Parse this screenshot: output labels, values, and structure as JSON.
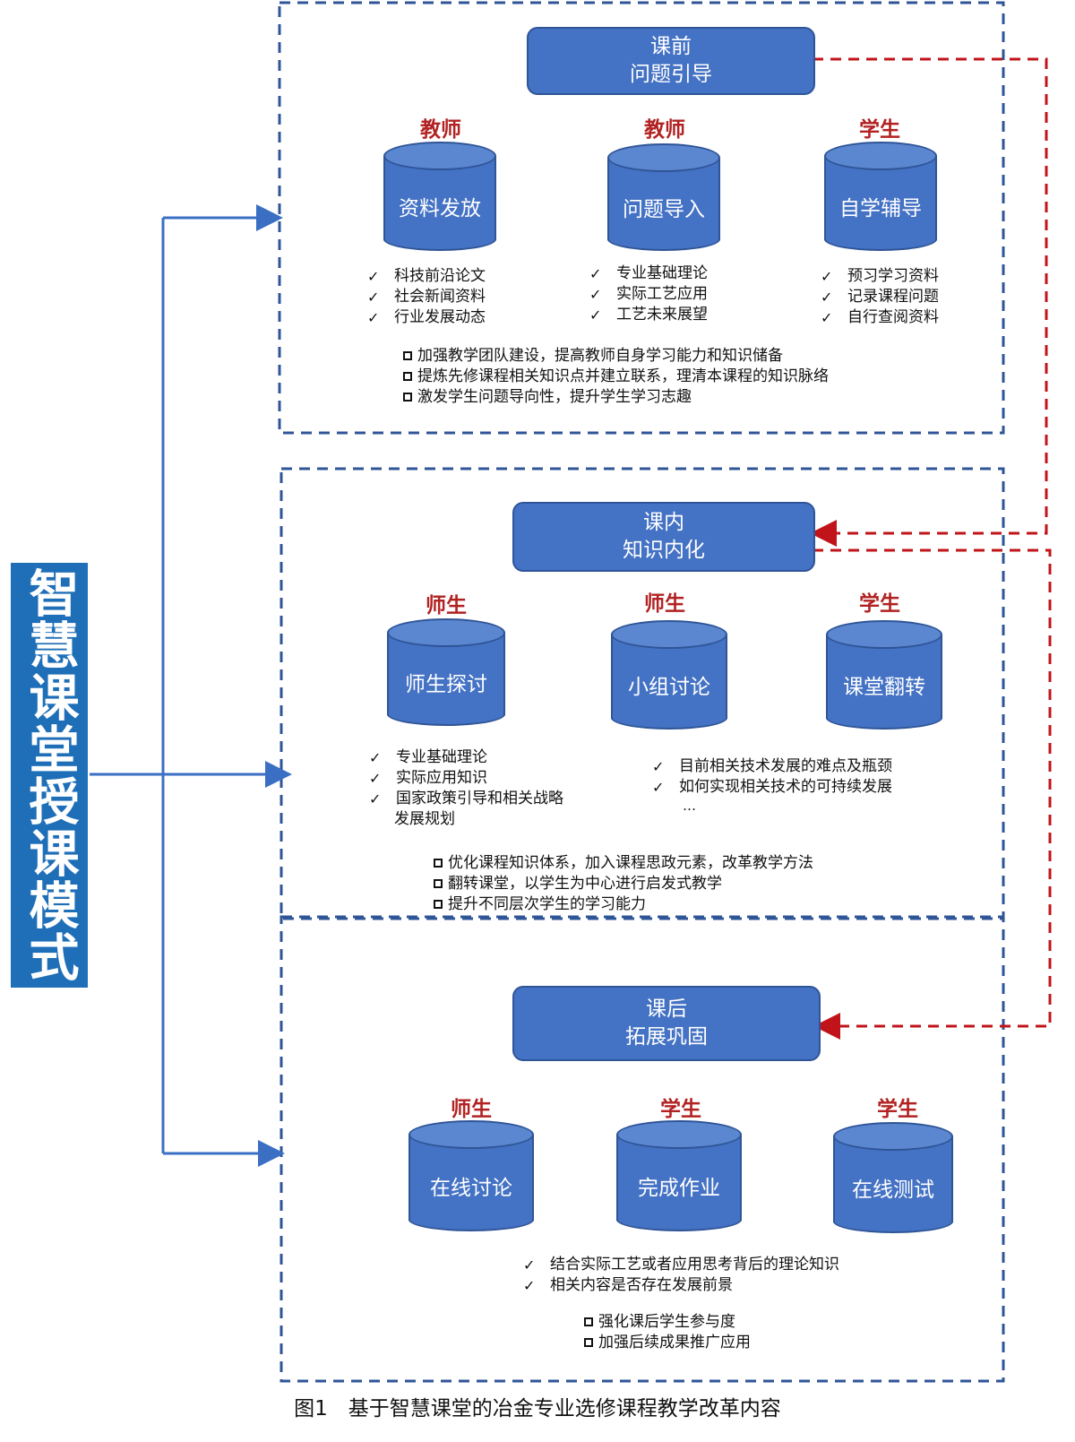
{
  "side_title": "智慧课堂授课模式",
  "stages": [
    {
      "title_line1": "课前",
      "title_line2": "问题引导",
      "columns": [
        {
          "role": "教师",
          "node": "资料发放",
          "checks": [
            "科技前沿论文",
            "社会新闻资料",
            "行业发展动态"
          ]
        },
        {
          "role": "教师",
          "node": "问题导入",
          "checks": [
            "专业基础理论",
            "实际工艺应用",
            "工艺未来展望"
          ]
        },
        {
          "role": "学生",
          "node": "自学辅导",
          "checks": [
            "预习学习资料",
            "记录课程问题",
            "自行查阅资料"
          ]
        }
      ],
      "goals": [
        "加强教学团队建设，提高教师自身学习能力和知识储备",
        "提炼先修课程相关知识点并建立联系，理清本课程的知识脉络",
        "激发学生问题导向性，提升学生学习志趣"
      ]
    },
    {
      "title_line1": "课内",
      "title_line2": "知识内化",
      "columns": [
        {
          "role": "师生",
          "node": "师生探讨"
        },
        {
          "role": "师生",
          "node": "小组讨论"
        },
        {
          "role": "学生",
          "node": "课堂翻转"
        }
      ],
      "checks_left": [
        "专业基础理论",
        "实际应用知识",
        "国家政策引导和相关战略",
        "发展规划"
      ],
      "checks_right": [
        "目前相关技术发展的难点及瓶颈",
        "如何实现相关技术的可持续发展"
      ],
      "ellipsis": "…",
      "goals": [
        "优化课程知识体系，加入课程思政元素，改革教学方法",
        "翻转课堂，以学生为中心进行启发式教学",
        "提升不同层次学生的学习能力"
      ]
    },
    {
      "title_line1": "课后",
      "title_line2": "拓展巩固",
      "columns": [
        {
          "role": "师生",
          "node": "在线讨论"
        },
        {
          "role": "学生",
          "node": "完成作业"
        },
        {
          "role": "学生",
          "node": "在线测试"
        }
      ],
      "checks": [
        "结合实际工艺或者应用思考背后的理论知识",
        "相关内容是否存在发展前景"
      ],
      "goals": [
        "强化课后学生参与度",
        "加强后续成果推广应用"
      ]
    }
  ],
  "check_mark": "✓",
  "caption": "图1　基于智慧课堂的冶金专业选修课程教学改革内容",
  "colors": {
    "node_fill": "#4472c4",
    "node_border": "#2f5597",
    "role_text": "#b22222",
    "frame_dash": "#2f5597",
    "arrow_red": "#c0141a",
    "arrow_blue": "#3a6fc4",
    "side_fill": "#1f6fb8"
  }
}
